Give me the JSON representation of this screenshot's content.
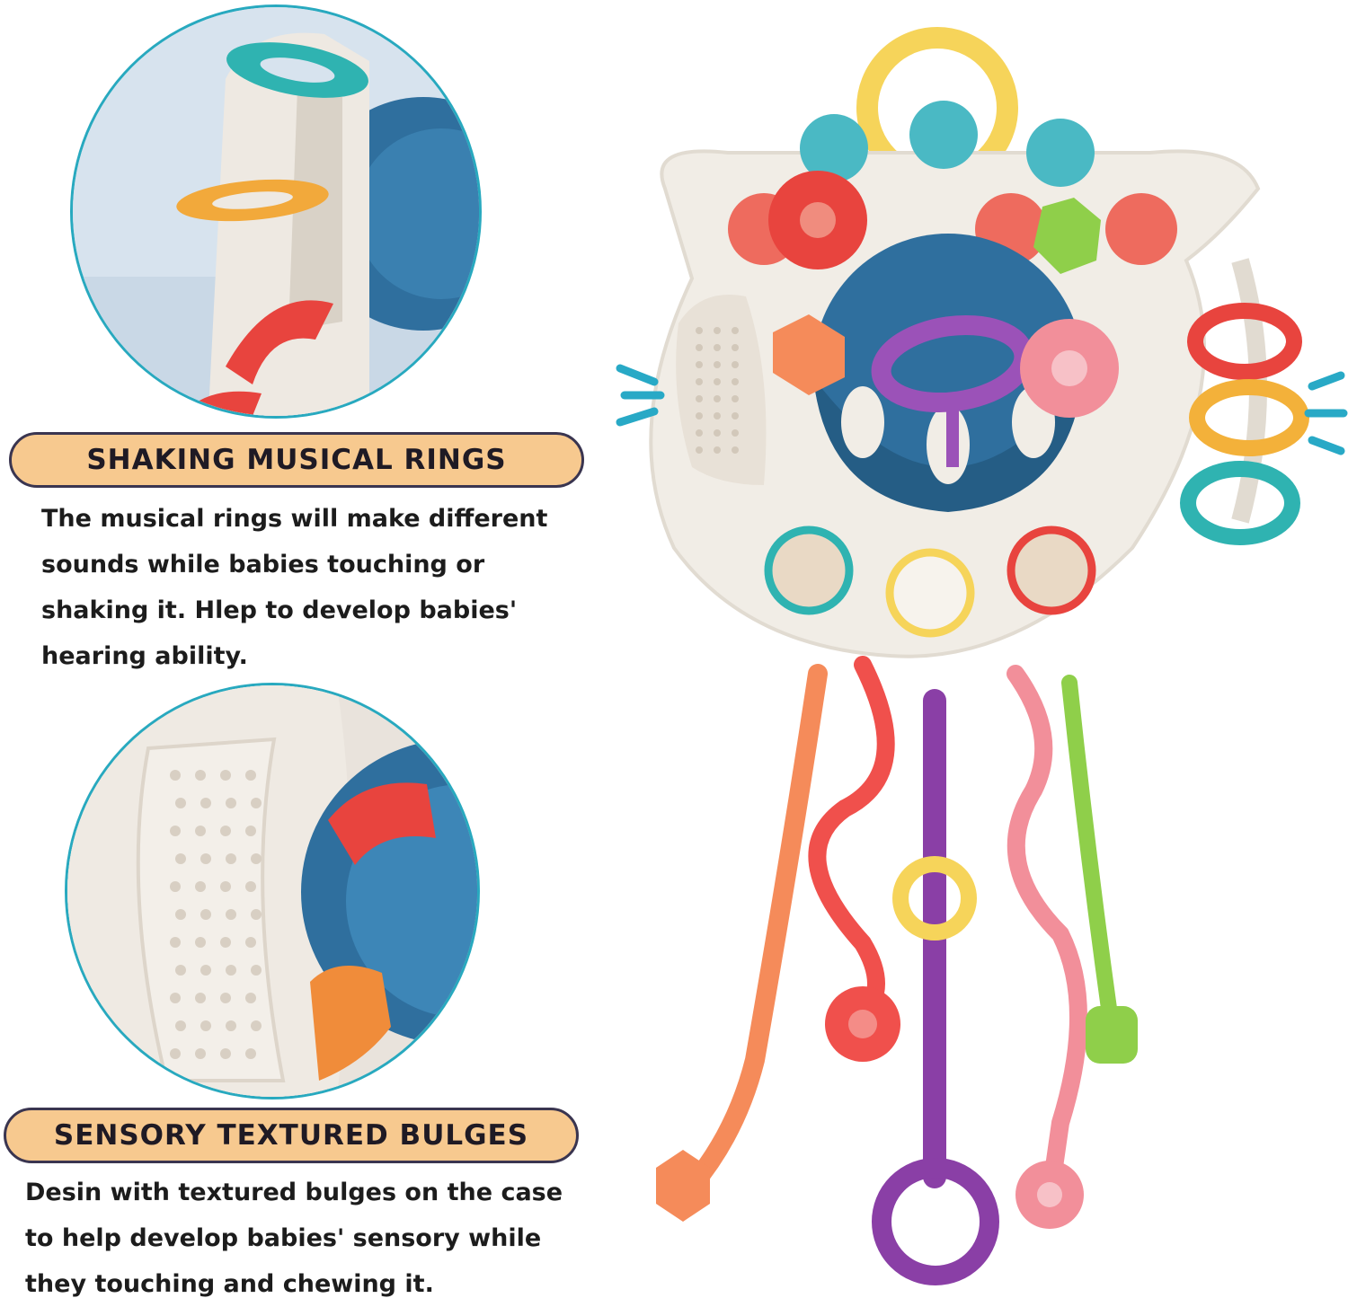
{
  "feature_1": {
    "title": "SHAKING MUSICAL RINGS",
    "lines": [
      "The musical rings will make different",
      "sounds while babies touching or",
      "shaking it. Hlep to develop babies'",
      "hearing ability."
    ]
  },
  "feature_2": {
    "title": "SENSORY TEXTURED BULGES",
    "lines": [
      "Desin with textured bulges on the case",
      "to help develop babies' sensory while",
      "they touching and chewing it."
    ]
  },
  "colors": {
    "banner_fill": "#f7c98f",
    "banner_border": "#3a3550",
    "circle_border": "#28a9bf",
    "toy_blue": "#2f6f9e",
    "toy_white": "#f1ede6"
  }
}
